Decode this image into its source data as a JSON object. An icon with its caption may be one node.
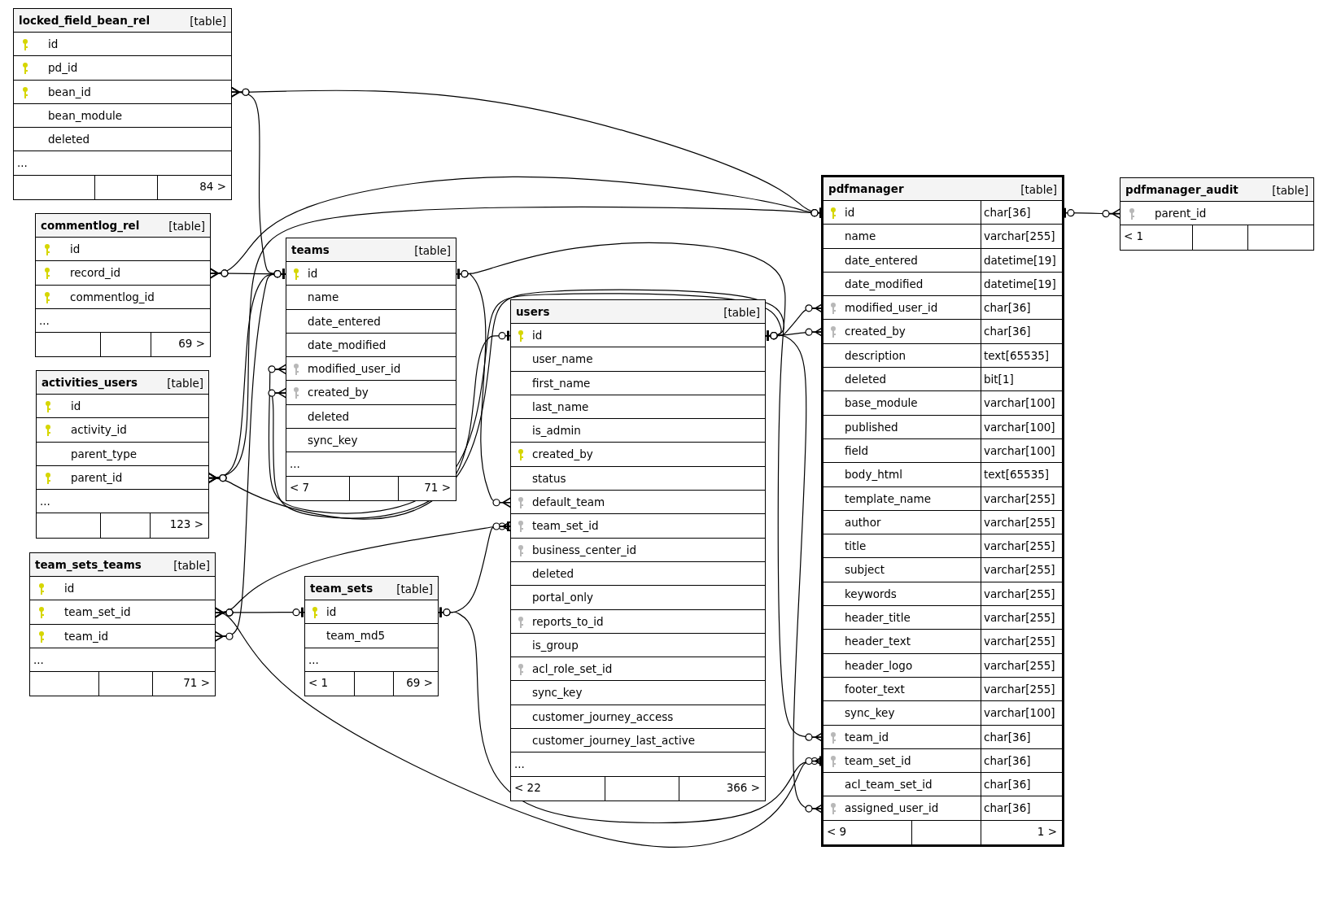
{
  "diagram": {
    "nodes": [
      {
        "text": [
          "locked_field_bean_rel",
          "[table]"
        ]
      },
      {
        "text": [
          "id"
        ],
        "in": 0
      },
      {
        "text": [
          "pd_id"
        ],
        "in": 0
      },
      {
        "text": [
          "bean_id"
        ],
        "in": 0
      },
      {
        "text": [
          "bean_module"
        ],
        "in": 0
      },
      {
        "text": [
          "deleted"
        ],
        "in": 0
      },
      {
        "text": [
          "..."
        ],
        "in": 0
      },
      {
        "text": [
          "84 >"
        ],
        "in": 0
      },
      {
        "text": [
          "commentlog_rel",
          "[table]"
        ]
      },
      {
        "text": [
          "id"
        ],
        "in": 8
      },
      {
        "text": [
          "record_id"
        ],
        "in": 8
      },
      {
        "text": [
          "commentlog_id"
        ],
        "in": 8
      },
      {
        "text": [
          "..."
        ],
        "in": 8
      },
      {
        "text": [
          "69 >"
        ],
        "in": 8
      },
      {
        "text": [
          "activities_users",
          "[table]"
        ]
      },
      {
        "text": [
          "id"
        ],
        "in": 14
      },
      {
        "text": [
          "activity_id"
        ],
        "in": 14
      },
      {
        "text": [
          "parent_type"
        ],
        "in": 14
      },
      {
        "text": [
          "parent_id"
        ],
        "in": 14
      },
      {
        "text": [
          "..."
        ],
        "in": 14
      },
      {
        "text": [
          "123 >"
        ],
        "in": 14
      },
      {
        "text": [
          "team_sets_teams",
          "[table]"
        ]
      },
      {
        "text": [
          "id"
        ],
        "in": 21
      },
      {
        "text": [
          "team_set_id"
        ],
        "in": 21
      },
      {
        "text": [
          "team_id"
        ],
        "in": 21
      },
      {
        "text": [
          "..."
        ],
        "in": 21
      },
      {
        "text": [
          "71 >"
        ],
        "in": 21
      },
      {
        "text": [
          "teams",
          "[table]"
        ]
      },
      {
        "text": [
          "id"
        ],
        "in": 27
      },
      {
        "text": [
          "name"
        ],
        "in": 27
      },
      {
        "text": [
          "date_entered"
        ],
        "in": 27
      },
      {
        "text": [
          "date_modified"
        ],
        "in": 27
      },
      {
        "text": [
          "modified_user_id"
        ],
        "in": 27
      },
      {
        "text": [
          "created_by"
        ],
        "in": 27
      },
      {
        "text": [
          "deleted"
        ],
        "in": 27
      },
      {
        "text": [
          "sync_key"
        ],
        "in": 27
      },
      {
        "text": [
          "..."
        ],
        "in": 27
      },
      {
        "text": [
          "< 7",
          "71 >"
        ],
        "in": 27
      },
      {
        "text": [
          "team_sets",
          "[table]"
        ]
      },
      {
        "text": [
          "id"
        ],
        "in": 38
      },
      {
        "text": [
          "team_md5"
        ],
        "in": 38
      },
      {
        "text": [
          "..."
        ],
        "in": 38
      },
      {
        "text": [
          "< 1",
          "69 >"
        ],
        "in": 38
      },
      {
        "text": [
          "users",
          "[table]"
        ]
      },
      {
        "text": [
          "id"
        ],
        "in": 43
      },
      {
        "text": [
          "user_name"
        ],
        "in": 43
      },
      {
        "text": [
          "first_name"
        ],
        "in": 43
      },
      {
        "text": [
          "last_name"
        ],
        "in": 43
      },
      {
        "text": [
          "is_admin"
        ],
        "in": 43
      },
      {
        "text": [
          "created_by"
        ],
        "in": 43
      },
      {
        "text": [
          "status"
        ],
        "in": 43
      },
      {
        "text": [
          "default_team"
        ],
        "in": 43
      },
      {
        "text": [
          "team_set_id"
        ],
        "in": 43
      },
      {
        "text": [
          "business_center_id"
        ],
        "in": 43
      },
      {
        "text": [
          "deleted"
        ],
        "in": 43
      },
      {
        "text": [
          "portal_only"
        ],
        "in": 43
      },
      {
        "text": [
          "reports_to_id"
        ],
        "in": 43
      },
      {
        "text": [
          "is_group"
        ],
        "in": 43
      },
      {
        "text": [
          "acl_role_set_id"
        ],
        "in": 43
      },
      {
        "text": [
          "sync_key"
        ],
        "in": 43
      },
      {
        "text": [
          "customer_journey_access"
        ],
        "in": 43
      },
      {
        "text": [
          "customer_journey_last_active"
        ],
        "in": 43
      },
      {
        "text": [
          "..."
        ],
        "in": 43
      },
      {
        "text": [
          "< 22",
          "366 >"
        ],
        "in": 43
      },
      {
        "text": [
          "pdfmanager",
          "[table]"
        ]
      },
      {
        "text": [
          "id",
          "char[36]"
        ],
        "in": 64
      },
      {
        "text": [
          "name",
          "varchar[255]"
        ],
        "in": 64
      },
      {
        "text": [
          "date_entered",
          "datetime[19]"
        ],
        "in": 64
      },
      {
        "text": [
          "date_modified",
          "datetime[19]"
        ],
        "in": 64
      },
      {
        "text": [
          "modified_user_id",
          "char[36]"
        ],
        "in": 64
      },
      {
        "text": [
          "created_by",
          "char[36]"
        ],
        "in": 64
      },
      {
        "text": [
          "description",
          "text[65535]"
        ],
        "in": 64
      },
      {
        "text": [
          "deleted",
          "bit[1]"
        ],
        "in": 64
      },
      {
        "text": [
          "base_module",
          "varchar[100]"
        ],
        "in": 64
      },
      {
        "text": [
          "published",
          "varchar[100]"
        ],
        "in": 64
      },
      {
        "text": [
          "field",
          "varchar[100]"
        ],
        "in": 64
      },
      {
        "text": [
          "body_html",
          "text[65535]"
        ],
        "in": 64
      },
      {
        "text": [
          "template_name",
          "varchar[255]"
        ],
        "in": 64
      },
      {
        "text": [
          "author",
          "varchar[255]"
        ],
        "in": 64
      },
      {
        "text": [
          "title",
          "varchar[255]"
        ],
        "in": 64
      },
      {
        "text": [
          "subject",
          "varchar[255]"
        ],
        "in": 64
      },
      {
        "text": [
          "keywords",
          "varchar[255]"
        ],
        "in": 64
      },
      {
        "text": [
          "header_title",
          "varchar[255]"
        ],
        "in": 64
      },
      {
        "text": [
          "header_text",
          "varchar[255]"
        ],
        "in": 64
      },
      {
        "text": [
          "header_logo",
          "varchar[255]"
        ],
        "in": 64
      },
      {
        "text": [
          "footer_text",
          "varchar[255]"
        ],
        "in": 64
      },
      {
        "text": [
          "sync_key",
          "varchar[100]"
        ],
        "in": 64
      },
      {
        "text": [
          "team_id",
          "char[36]"
        ],
        "in": 64
      },
      {
        "text": [
          "team_set_id",
          "char[36]"
        ],
        "in": 64
      },
      {
        "text": [
          "acl_team_set_id",
          "char[36]"
        ],
        "in": 64
      },
      {
        "text": [
          "assigned_user_id",
          "char[36]"
        ],
        "in": 64
      },
      {
        "text": [
          "< 9",
          "1 >"
        ],
        "in": 64
      },
      {
        "text": [
          "pdfmanager_audit",
          "[table]"
        ]
      },
      {
        "text": [
          "parent_id"
        ],
        "in": 92
      },
      {
        "text": [
          "< 1"
        ],
        "in": 92
      }
    ],
    "edges": [
      {
        "from": 3,
        "to": 65,
        "arrow": "other"
      },
      {
        "from": 3,
        "to": 28,
        "arrow": "other"
      },
      {
        "from": 10,
        "to": 28,
        "arrow": "other"
      },
      {
        "from": 10,
        "to": 65,
        "arrow": "other"
      },
      {
        "from": 18,
        "to": 28,
        "arrow": "other"
      },
      {
        "from": 18,
        "to": 65,
        "arrow": "other"
      },
      {
        "from": 18,
        "to": 44,
        "arrow": "other"
      },
      {
        "from": 24,
        "to": 28,
        "arrow": "other"
      },
      {
        "from": 23,
        "to": 39,
        "arrow": "other"
      },
      {
        "from": 23,
        "to": 52,
        "arrow": "other"
      },
      {
        "from": 23,
        "to": 88,
        "arrow": "other"
      },
      {
        "from": 51,
        "to": 28,
        "arrow": "other"
      },
      {
        "from": 52,
        "to": 39,
        "arrow": "other"
      },
      {
        "from": 88,
        "to": 39,
        "arrow": "other"
      },
      {
        "from": 87,
        "to": 28,
        "arrow": "other"
      },
      {
        "from": 69,
        "to": 44,
        "arrow": "other"
      },
      {
        "from": 70,
        "to": 44,
        "arrow": "other"
      },
      {
        "from": 90,
        "to": 44,
        "arrow": "other"
      },
      {
        "from": 32,
        "to": 44,
        "arrow": "other"
      },
      {
        "from": 33,
        "to": 44,
        "arrow": "other"
      },
      {
        "from": 93,
        "to": 65,
        "arrow": "other"
      }
    ]
  }
}
